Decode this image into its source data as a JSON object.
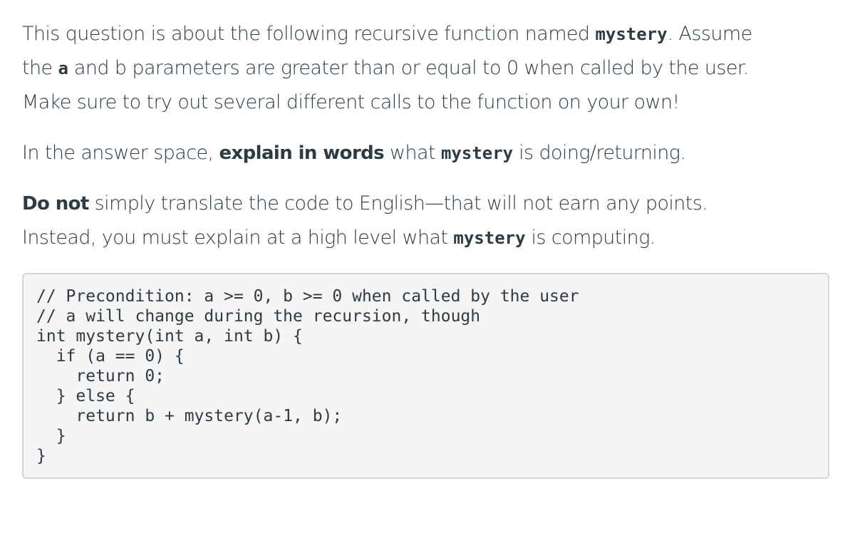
{
  "paragraphs": {
    "p1": {
      "t1": "This question is about the following recursive function named ",
      "c1": "mystery",
      "t2": ". Assume",
      "t3": "the ",
      "c2": "a",
      "t4": " and b parameters are greater than or equal to 0 when called by the user.",
      "t5": "Make sure to try out several different calls to the function on your own!"
    },
    "p2": {
      "t1": "In the answer space, ",
      "s1": "explain in words",
      "t2": " what ",
      "c1": "mystery",
      "t3": " is doing/returning."
    },
    "p3": {
      "s1": "Do not",
      "t1": " simply translate the code to English—that will not earn any points.",
      "t2": "Instead, you must explain at a high level what ",
      "c1": "mystery",
      "t3": " is computing."
    }
  },
  "code": {
    "lines": [
      "// Precondition: a >= 0, b >= 0 when called by the user",
      "// a will change during the recursion, though",
      "int mystery(int a, int b) {",
      "  if (a == 0) {",
      "    return 0;",
      "  } else {",
      "    return b + mystery(a-1, b);",
      "  }",
      "}"
    ]
  }
}
